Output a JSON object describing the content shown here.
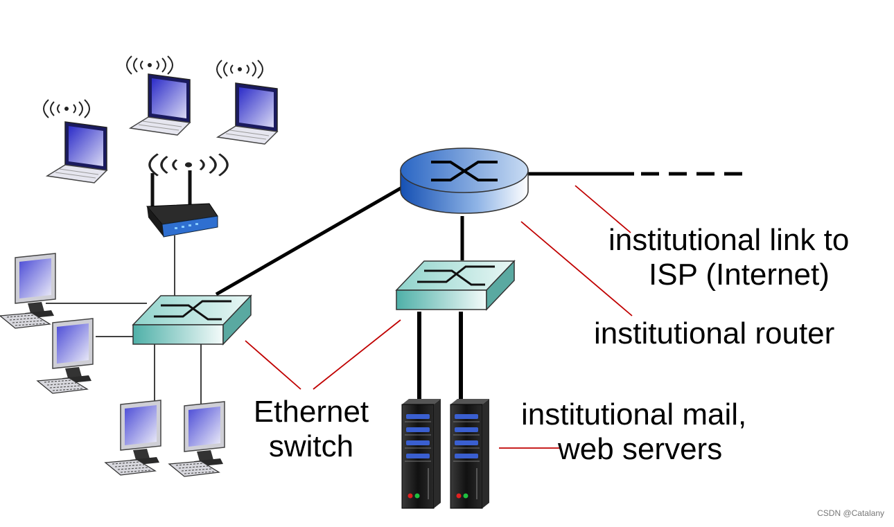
{
  "labels": {
    "isp_link_line1": "institutional link to",
    "isp_link_line2": "ISP (Internet)",
    "router": "institutional router",
    "switch_line1": "Ethernet",
    "switch_line2": "switch",
    "servers_line1": "institutional mail,",
    "servers_line2": "web servers"
  },
  "watermark": "CSDN @Catalany",
  "colors": {
    "router_fill": "#2f6fc4",
    "switch_fill": "#7fcfc6",
    "callout_line": "#c00000",
    "laptop_screen": "#3a3ad0",
    "server_body": "#1c1c1c"
  },
  "icons": [
    "router-icon",
    "switch-icon",
    "wireless-access-point-icon",
    "laptop-icon",
    "desktop-computer-icon",
    "server-icon",
    "wifi-signal-icon"
  ]
}
